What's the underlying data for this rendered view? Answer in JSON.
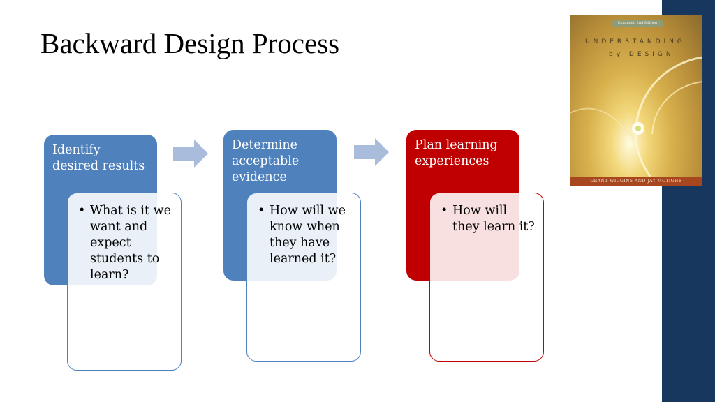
{
  "slide": {
    "title": "Backward Design Process",
    "accent_color": "#17375e"
  },
  "steps": [
    {
      "label": "Identify desired results",
      "color": "#4f81bd",
      "detail": "What is it we want and expect students to learn?"
    },
    {
      "label": "Determine acceptable evidence",
      "color": "#4f81bd",
      "detail": "How will we know when they have learned it?"
    },
    {
      "label": "Plan learning experiences",
      "color": "#c00000",
      "detail": "How will they learn it?"
    }
  ],
  "book": {
    "edition": "Expanded 2nd Edition",
    "title_line1": "UNDERSTANDING",
    "title_line2": "by DESIGN",
    "authors": "GRANT WIGGINS AND JAY MCTIGHE"
  },
  "icons": {
    "arrow": "right-arrow-icon"
  }
}
